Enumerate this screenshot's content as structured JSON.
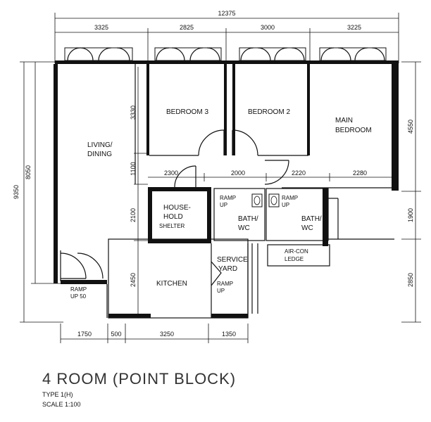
{
  "dimensions": {
    "overall_width": "12375",
    "top": [
      "3325",
      "2825",
      "3000",
      "3225"
    ],
    "left_outer": "9350",
    "left_inner": "8050",
    "left_a": "3330",
    "left_b": "1100",
    "left_c": "2100",
    "left_d": "2450",
    "mid": [
      "2300",
      "2000",
      "2220",
      "2280"
    ],
    "right_top": "4550",
    "right_mid": "1900",
    "right_bottom": "2850",
    "bottom": [
      "1750",
      "500",
      "3250",
      "1350"
    ]
  },
  "rooms": {
    "living_l1": "LIVING/",
    "living_l2": "DINING",
    "bedroom3": "BEDROOM 3",
    "bedroom2": "BEDROOM 2",
    "main_l1": "MAIN",
    "main_l2": "BEDROOM",
    "household_l1": "HOUSE-",
    "household_l2": "HOLD",
    "household_l3": "SHELTER",
    "bath1_l1": "BATH/",
    "bath1_l2": "WC",
    "bath2_l1": "BATH/",
    "bath2_l2": "WC",
    "kitchen": "KITCHEN",
    "service_l1": "SERVICE",
    "service_l2": "YARD",
    "aircon_l1": "AIR-CON",
    "aircon_l2": "LEDGE"
  },
  "labels": {
    "ramp_up_50_l1": "RAMP",
    "ramp_up_50_l2": "UP 50",
    "ramp_up_a_l1": "RAMP",
    "ramp_up_a_l2": "UP",
    "ramp_up_b_l1": "RAMP",
    "ramp_up_b_l2": "UP",
    "ramp_up_c_l1": "RAMP",
    "ramp_up_c_l2": "UP"
  },
  "title": {
    "main": "4 ROOM (POINT BLOCK)",
    "type": "TYPE 1(H)",
    "scale": "SCALE 1:100"
  }
}
